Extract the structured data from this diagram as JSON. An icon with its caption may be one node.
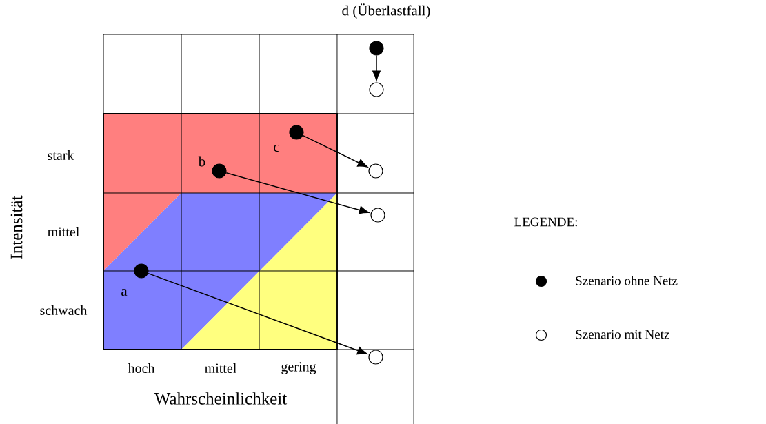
{
  "diagram": {
    "nodes": [
      {
        "text": [],
        "shape": "circle",
        "beside": [
          "d (Überlastfall)"
        ]
      },
      {
        "text": [],
        "shape": "circle"
      },
      {
        "text": [],
        "shape": "circle",
        "beside": [
          "c"
        ]
      },
      {
        "text": [],
        "shape": "circle"
      },
      {
        "text": [],
        "shape": "circle",
        "beside": [
          "b"
        ]
      },
      {
        "text": [],
        "shape": "circle"
      },
      {
        "text": [],
        "shape": "circle",
        "beside": [
          "a"
        ]
      },
      {
        "text": [],
        "shape": "circle"
      }
    ],
    "edges": [
      {
        "from": 0,
        "to": 1,
        "arrow": "to"
      },
      {
        "from": 2,
        "to": 3,
        "arrow": "to"
      },
      {
        "from": 4,
        "to": 5,
        "arrow": "to"
      },
      {
        "from": 6,
        "to": 7,
        "arrow": "to"
      }
    ],
    "labels": [
      "stark",
      "Intensität",
      "mittel",
      "LEGENDE:",
      "schwach",
      "hoch",
      "mittel",
      "gering",
      "Wahrscheinlichkeit"
    ],
    "legend": [
      {
        "text": "Szenario ohne Netz"
      },
      {
        "text": "Szenario mit Netz"
      }
    ]
  }
}
